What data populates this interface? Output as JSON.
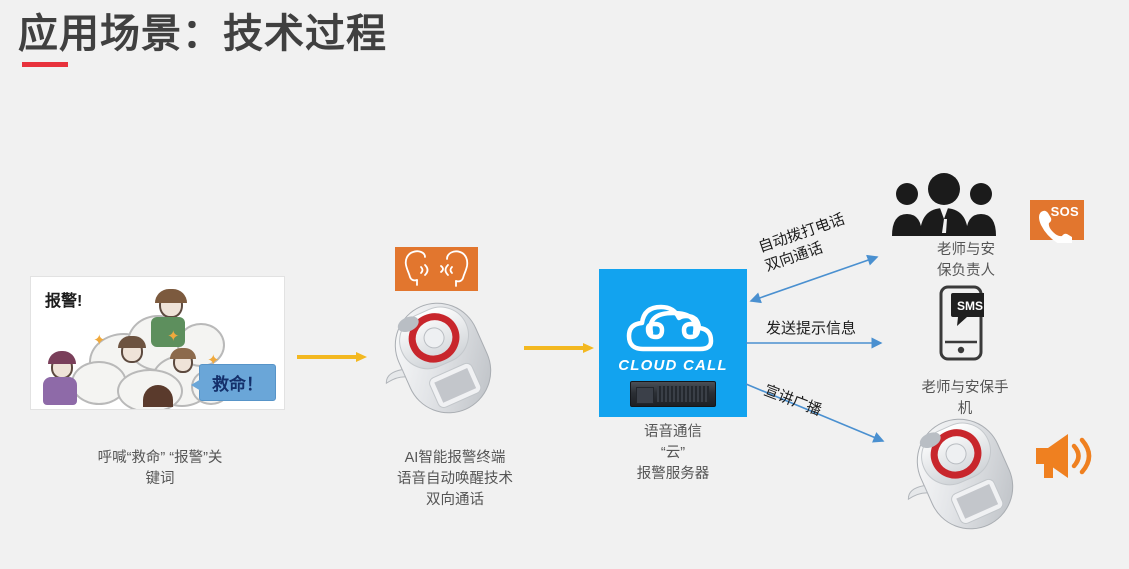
{
  "slide": {
    "title": "应用场景：技术过程",
    "accent_color": "#e8323c",
    "background_color": "#f1f1f1"
  },
  "stage1": {
    "name": "cartoon-scene",
    "alarm_text": "报警!",
    "help_bubble_text": "救命！",
    "caption": "呼喊“救命”  “报警”关\n键词"
  },
  "stage2": {
    "name": "ai-alarm-terminal",
    "voice_icon": "two-faces-talking-icon",
    "voice_icon_color": "#e2762e",
    "caption": "AI智能报警终端\n语音自动唤醒技术\n双向通话"
  },
  "stage3": {
    "name": "cloud-voice-server",
    "logo_text": "CLOUD CALL",
    "box_color": "#12a3ef",
    "caption": "语音通信\n“云”\n报警服务器"
  },
  "arrows": {
    "yellow_color": "#f3b820",
    "blue_color": "#4a90d0",
    "flow1_label": "自动拨打电话\n双向通话",
    "flow2_label": "发送提示信息",
    "flow3_label": "宣讲广播"
  },
  "stage4": {
    "people": {
      "name": "teachers-and-security-leads",
      "caption": "老师与安\n保负责人",
      "badge_text": "SOS",
      "badge_color": "#e2762e"
    },
    "phone": {
      "name": "teachers-and-security-phones",
      "badge_text": "SMS",
      "caption": "老师与安保手\n机"
    },
    "broadcast": {
      "name": "broadcast-terminal",
      "icon": "megaphone-icon",
      "icon_color": "#ef8020"
    }
  }
}
